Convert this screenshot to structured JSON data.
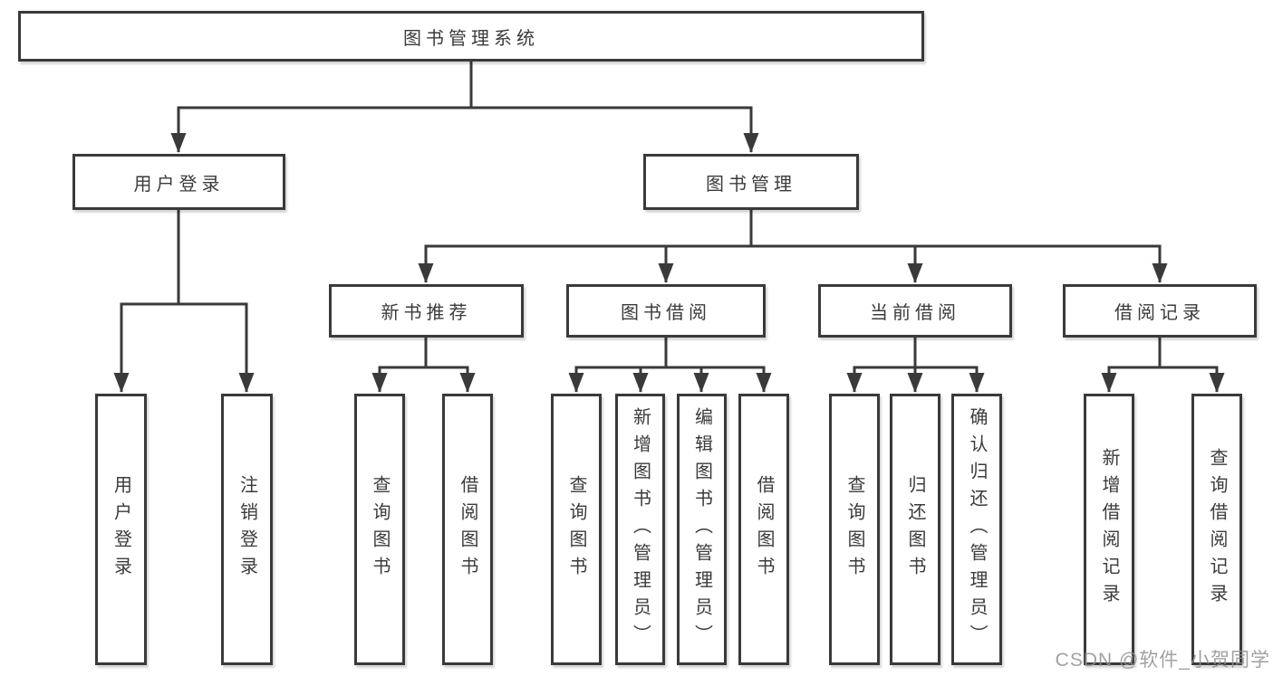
{
  "diagram": {
    "type": "tree",
    "root_label": "图书管理系统",
    "branches": [
      {
        "label": "用户登录",
        "children": [
          {
            "label": "用户登录"
          },
          {
            "label": "注销登录"
          }
        ]
      },
      {
        "label": "图书管理",
        "children": [
          {
            "label": "新书推荐",
            "children": [
              {
                "label": "查询图书"
              },
              {
                "label": "借阅图书"
              }
            ]
          },
          {
            "label": "图书借阅",
            "children": [
              {
                "label": "查询图书"
              },
              {
                "label": "新增图书（管理员）"
              },
              {
                "label": "编辑图书（管理员）"
              },
              {
                "label": "借阅图书"
              }
            ]
          },
          {
            "label": "当前借阅",
            "children": [
              {
                "label": "查询图书"
              },
              {
                "label": "归还图书"
              },
              {
                "label": "确认归还（管理员）"
              }
            ]
          },
          {
            "label": "借阅记录",
            "children": [
              {
                "label": "新增借阅记录"
              },
              {
                "label": "查询借阅记录"
              }
            ]
          }
        ]
      }
    ]
  },
  "watermark": {
    "text": "CSDN @软件_小贺同学"
  },
  "colors": {
    "line": "#3a3a3a",
    "text": "#3b3b3b",
    "box_background": "#ffffff",
    "watermark": "#919191",
    "background": "#ffffff"
  }
}
